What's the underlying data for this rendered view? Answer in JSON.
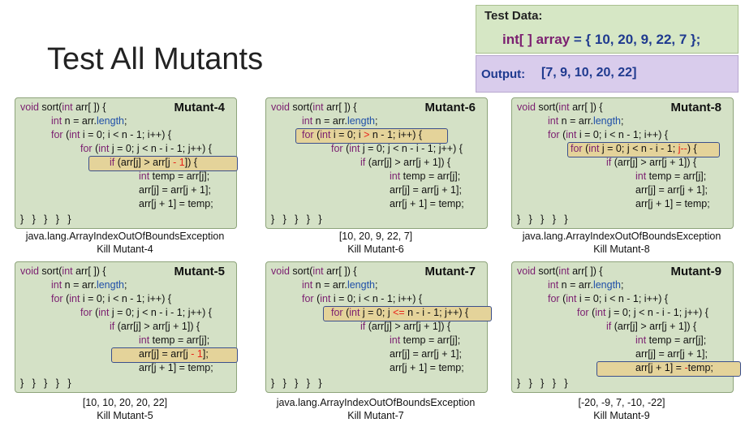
{
  "slide": {
    "title": "Test All Mutants"
  },
  "test_data": {
    "label": "Test Data:",
    "kw": "int[ ]",
    "name": "array",
    "rest": " = { 10, 20, 9, 22, 7 };"
  },
  "output": {
    "label": "Output:",
    "value": "[7, 9, 10, 20, 22]"
  },
  "mutants": [
    {
      "name": "Mutant-4",
      "caption1": "java.lang.ArrayIndexOutOfBoundsException",
      "caption2": "Kill Mutant-4"
    },
    {
      "name": "Mutant-6",
      "caption1": "[10, 20, 9, 22, 7]",
      "caption2": "Kill Mutant-6"
    },
    {
      "name": "Mutant-8",
      "caption1": "java.lang.ArrayIndexOutOfBoundsException",
      "caption2": "Kill Mutant-8"
    },
    {
      "name": "Mutant-5",
      "caption1": "[10, 10, 20, 20, 22]",
      "caption2": "Kill Mutant-5"
    },
    {
      "name": "Mutant-7",
      "caption1": "java.lang.ArrayIndexOutOfBoundsException",
      "caption2": "Kill Mutant-7"
    },
    {
      "name": "Mutant-9",
      "caption1": "[-20, -9, 7, -10, -22]",
      "caption2": "Kill Mutant-9"
    }
  ],
  "code": {
    "l1a": "void",
    "l1b": " sort(",
    "l1c": "int",
    "l1d": " arr[ ]) {",
    "l2a": "int",
    "l2b": " n = arr.",
    "l2c": "length",
    "l2d": ";",
    "l3a": "for",
    "l3b": " (",
    "l3c": "int",
    "l3d": " i = 0; i < n - 1; i++) {",
    "l4a": "for",
    "l4b": " (",
    "l4c": "int",
    "l4d": " j = 0; j < n - i - 1; j++) {",
    "l5a": "if",
    "l5b": " (arr[j] > arr[j + 1]) {",
    "l6a": "int",
    "l6b": " temp = arr[j];",
    "l7": "arr[j] = arr[j + 1];",
    "l8": "arr[j + 1] = temp;",
    "close": "}   }   }   }   }"
  },
  "mut_text": {
    "m4_line": "if (arr[j] > arr[j - 1]) {",
    "m4_pre": " (arr[j] > arr[j",
    "m4_red": " - 1",
    "m4_post": "]) {",
    "m6_pre": " i = 0; i ",
    "m6_red": ">",
    "m6_post": " n - 1; i++) {",
    "m8_pre": " j = 0; j < n - i - 1; ",
    "m8_red": "j--",
    "m8_post": ") {",
    "m5_pre": "arr[j] = arr[j",
    "m5_red": " - 1",
    "m5_post": "];",
    "m7_pre": " j = 0; j ",
    "m7_red": "<=",
    "m7_post": " n - i - 1; j++) {",
    "m9_pre": "arr[j + 1] = ",
    "m9_red": "-",
    "m9_post": "temp;"
  }
}
